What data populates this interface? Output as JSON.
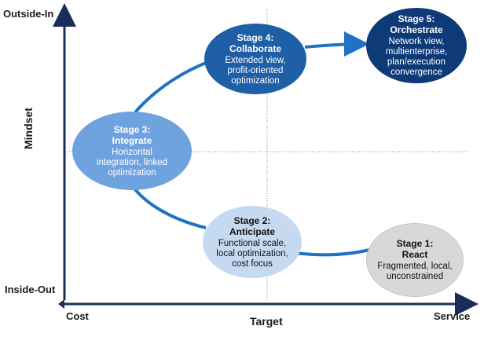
{
  "axes": {
    "y_top": "Outside-In",
    "y_bottom": "Inside-Out",
    "y_title": "Mindset",
    "x_left": "Cost",
    "x_right": "Service",
    "x_title": "Target"
  },
  "stages": [
    {
      "title_line1": "Stage 1:",
      "title_line2": "React",
      "desc": [
        "Fragmented, local,",
        "unconstrained"
      ],
      "fill": "#d8d8d8",
      "text": "dark"
    },
    {
      "title_line1": "Stage 2:",
      "title_line2": "Anticipate",
      "desc": [
        "Functional scale,",
        "local optimization,",
        "cost focus"
      ],
      "fill": "#c5d9f1",
      "text": "dark"
    },
    {
      "title_line1": "Stage 3:",
      "title_line2": "Integrate",
      "desc": [
        "Horizontal",
        "integration, linked",
        "optimization"
      ],
      "fill": "#6fa3e0",
      "text": "light"
    },
    {
      "title_line1": "Stage 4:",
      "title_line2": "Collaborate",
      "desc": [
        "Extended view,",
        "profit-oriented",
        "optimization"
      ],
      "fill": "#1f5fa8",
      "text": "light"
    },
    {
      "title_line1": "Stage 5:",
      "title_line2": "Orchestrate",
      "desc": [
        "Network view,",
        "multienterprise,",
        "plan/execution",
        "convergence"
      ],
      "fill": "#0e3a78",
      "text": "light"
    }
  ],
  "colors": {
    "axis": "#1a2d5a",
    "curve": "#1f72c4",
    "guide": "#888888"
  }
}
